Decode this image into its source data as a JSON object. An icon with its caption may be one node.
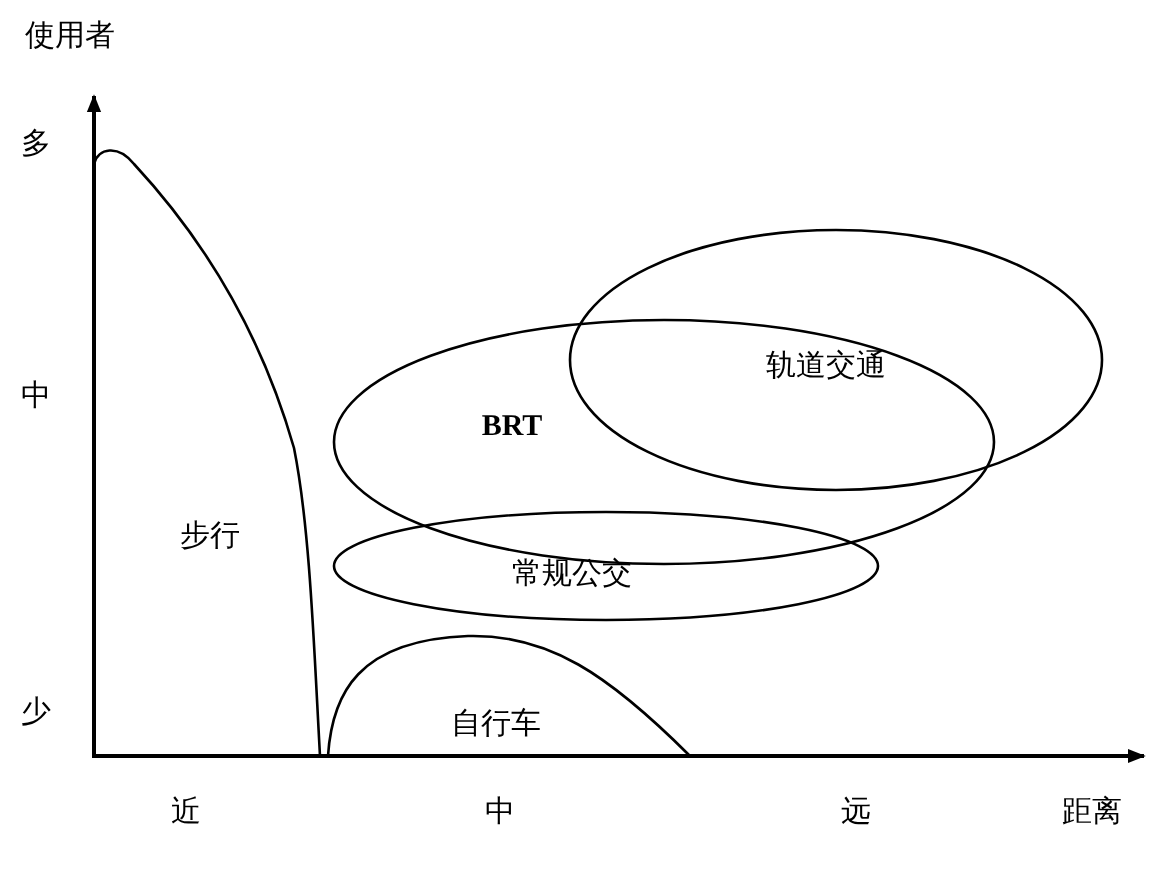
{
  "diagram": {
    "nodes": [
      {
        "text": [
          "步行"
        ]
      },
      {
        "text": [
          "自行车"
        ]
      },
      {
        "text": [
          "BRT"
        ]
      },
      {
        "text": [
          "轨道交通"
        ]
      },
      {
        "text": [
          "常规公交"
        ]
      }
    ],
    "labels": [
      "使用者",
      "多",
      "中",
      "少",
      "近",
      "中",
      "远",
      "距离"
    ]
  }
}
